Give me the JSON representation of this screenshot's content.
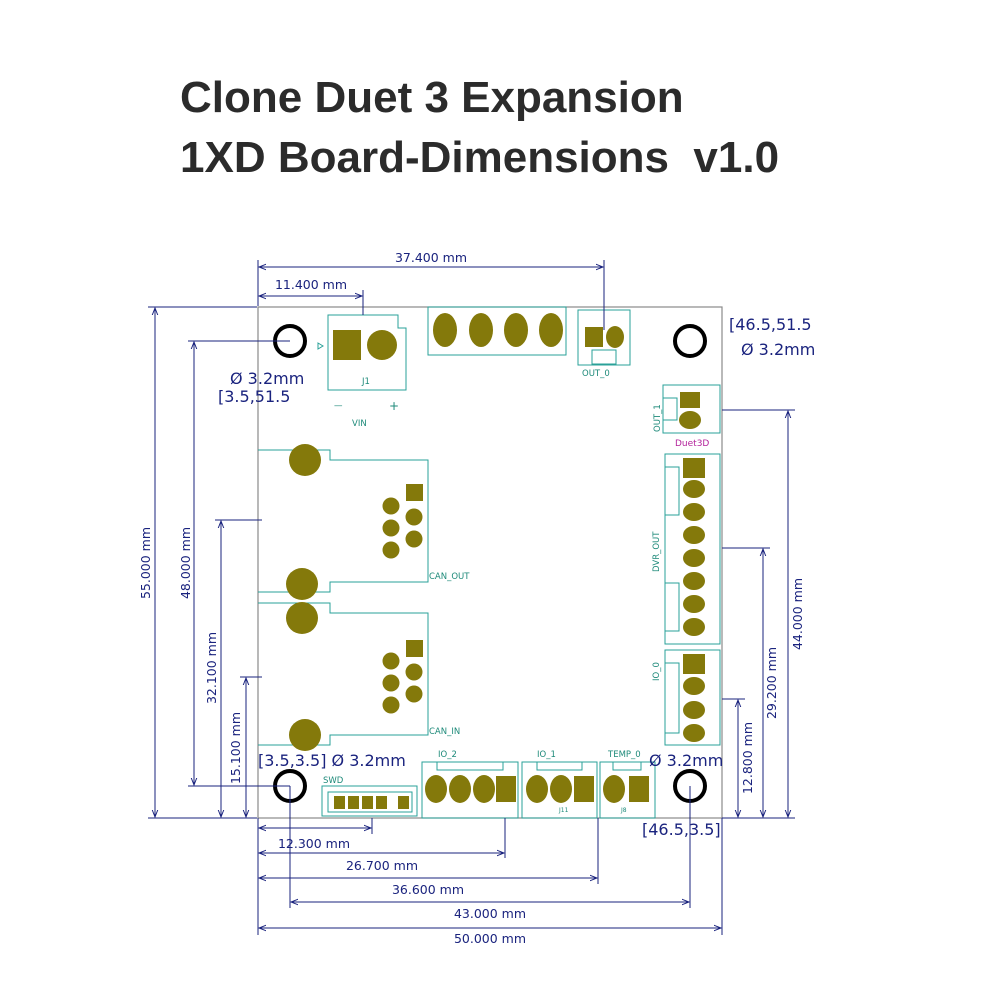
{
  "title": {
    "line1": "Clone Duet 3 Expansion",
    "line2": "1XD Board-Dimensions  v1.0"
  },
  "dimensions": {
    "top_37_4": "37.400 mm",
    "top_11_4": "11.400 mm",
    "left_55": "55.000 mm",
    "left_48": "48.000 mm",
    "left_32_1": "32.100 mm",
    "left_15_1": "15.100 mm",
    "bottom_12_3": "12.300 mm",
    "bottom_26_7": "26.700 mm",
    "bottom_36_6": "36.600 mm",
    "bottom_43": "43.000 mm",
    "bottom_50": "50.000 mm",
    "right_44": "44.000 mm",
    "right_29_2": "29.200 mm",
    "right_12_8": "12.800 mm"
  },
  "holes": {
    "top_left_dia": "Ø 3.2mm",
    "top_left_coord": "[3.5,51.5",
    "top_right_coord": "[46.5,51.5",
    "top_right_dia": "Ø 3.2mm",
    "bottom_left_label": "[3.5,3.5] Ø 3.2mm",
    "bottom_right_dia": "Ø 3.2mm",
    "bottom_right_coord": "[46.5,3.5]"
  },
  "connectors": {
    "vin": "VIN",
    "vin_ref": "J1",
    "vin_minus": "—",
    "vin_plus": "+",
    "out_0": "OUT_0",
    "out_1": "OUT_1",
    "duet3d": "Duet3D",
    "dvr_out": "DVR_OUT",
    "io_0": "IO_0",
    "can_out": "CAN_OUT",
    "can_in": "CAN_IN",
    "io_2": "IO_2",
    "io_1": "IO_1",
    "temp_0": "TEMP_0",
    "swd": "SWD",
    "j11": "J11",
    "j8": "J8"
  },
  "colors": {
    "dimension_blue": "#1a237e",
    "pad_olive": "#84790b",
    "silkscreen_teal": "#2aa198",
    "brand_magenta": "#b3239b",
    "title_dark": "#2b2b2b"
  }
}
